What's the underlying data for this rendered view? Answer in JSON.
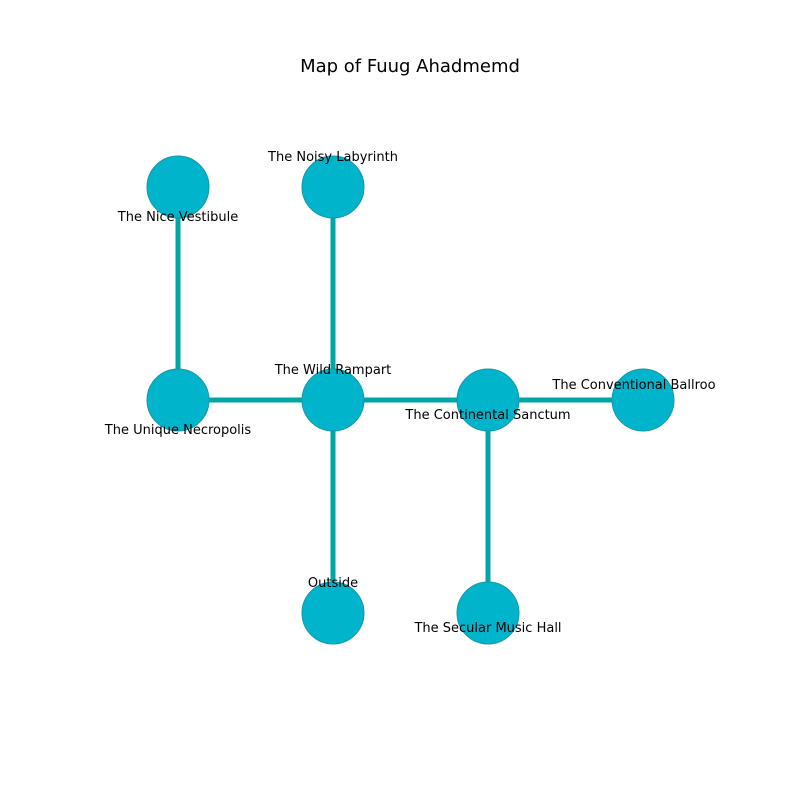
{
  "title": "Map of Fuug Ahadmemd",
  "colors": {
    "node_fill": "#00b4cc",
    "node_stroke": "#1596a8",
    "edge": "#00a6a6",
    "background": "#ffffff"
  },
  "rooms": [
    {
      "id": "nice_vestibule",
      "name": "The Nice Vestibule"
    },
    {
      "id": "noisy_labyrinth",
      "name": "The Noisy Labyrinth"
    },
    {
      "id": "unique_necropolis",
      "name": "The Unique Necropolis"
    },
    {
      "id": "wild_rampart",
      "name": "The Wild Rampart"
    },
    {
      "id": "continental_sanctum",
      "name": "The Continental Sanctum"
    },
    {
      "id": "conventional_ballroom",
      "name": "The Conventional Ballroo"
    },
    {
      "id": "outside",
      "name": "Outside"
    },
    {
      "id": "secular_music_hall",
      "name": "The Secular Music Hall"
    }
  ],
  "connections": [
    [
      "nice_vestibule",
      "unique_necropolis"
    ],
    [
      "noisy_labyrinth",
      "wild_rampart"
    ],
    [
      "unique_necropolis",
      "wild_rampart"
    ],
    [
      "wild_rampart",
      "continental_sanctum"
    ],
    [
      "continental_sanctum",
      "conventional_ballroom"
    ],
    [
      "wild_rampart",
      "outside"
    ],
    [
      "continental_sanctum",
      "secular_music_hall"
    ]
  ]
}
